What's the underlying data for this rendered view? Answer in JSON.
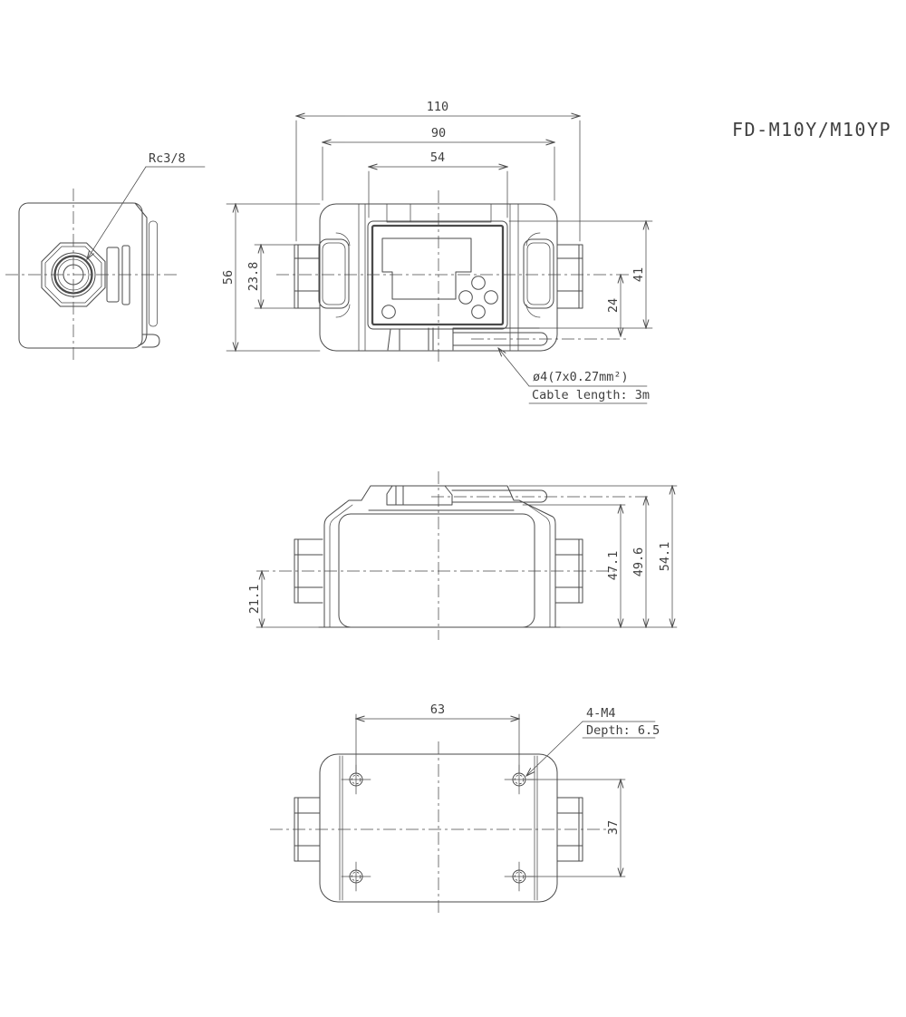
{
  "title": "FD-M10Y/M10YP",
  "colors": {
    "line": "#4a4a4a",
    "text": "#3f3f3f",
    "background": "#ffffff"
  },
  "left_view": {
    "port_thread_label": "Rc3/8"
  },
  "top_view": {
    "dim_overall_width": "110",
    "dim_body_width": "90",
    "dim_display_width": "54",
    "dim_overall_depth": "56",
    "dim_fitting_across_flats": "23.8",
    "dim_display_height": "41",
    "dim_cable_axis_offset": "24",
    "cable_spec": "ø4(7x0.27mm²)",
    "cable_length_note": "Cable length: 3m"
  },
  "front_view": {
    "dim_pipe_axis_height": "21.1",
    "dim_body_top_height": "47.1",
    "dim_cable_axis_height": "49.6",
    "dim_overall_height": "54.1"
  },
  "bottom_view": {
    "dim_hole_pitch_width": "63",
    "dim_hole_pitch_depth": "37",
    "mounting_hole_label": "4-M4",
    "mounting_hole_depth": "Depth: 6.5"
  }
}
